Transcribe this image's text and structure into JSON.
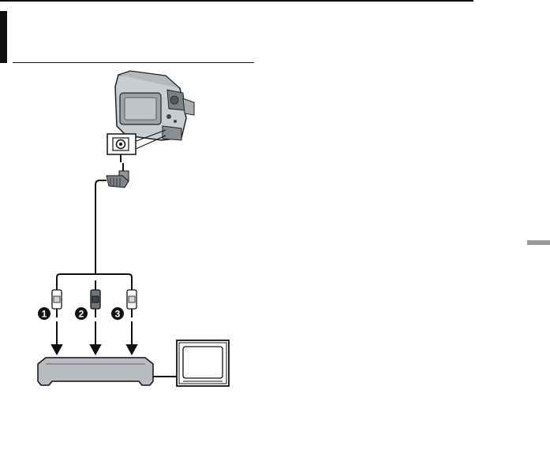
{
  "page": {
    "background": "#ffffff",
    "ink": "#111111",
    "side_tab_color": "#9a9a9a"
  },
  "diagram": {
    "plug_numbers": [
      "1",
      "2",
      "3"
    ],
    "devices": [
      "camcorder-icon",
      "vcr-icon",
      "tv-icon"
    ]
  }
}
